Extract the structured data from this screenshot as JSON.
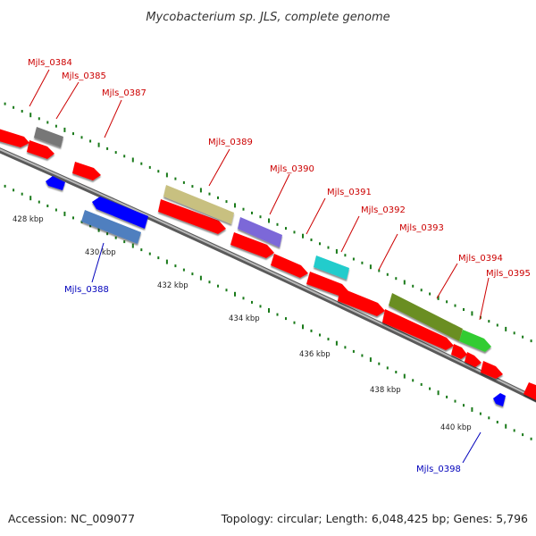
{
  "title": "Mycobacterium sp. JLS, complete genome",
  "footer": {
    "accession": "Accession: NC_009077",
    "summary": "Topology: circular; Length: 6,048,425 bp; Genes: 5,796"
  },
  "colors": {
    "forward_label": "#cc0000",
    "reverse_label": "#0000bb",
    "backbone": "#999999",
    "tick": "#1a7a1a"
  },
  "scale_labels": [
    {
      "text": "428 kbp"
    },
    {
      "text": "430 kbp"
    },
    {
      "text": "432 kbp"
    },
    {
      "text": "434 kbp"
    },
    {
      "text": "436 kbp"
    },
    {
      "text": "438 kbp"
    },
    {
      "text": "440 kbp"
    }
  ],
  "gene_labels": [
    {
      "text": "Mjls_0384",
      "strand": "forward"
    },
    {
      "text": "Mjls_0385",
      "strand": "forward"
    },
    {
      "text": "Mjls_0387",
      "strand": "forward"
    },
    {
      "text": "Mjls_0389",
      "strand": "forward"
    },
    {
      "text": "Mjls_0390",
      "strand": "forward"
    },
    {
      "text": "Mjls_0391",
      "strand": "forward"
    },
    {
      "text": "Mjls_0392",
      "strand": "forward"
    },
    {
      "text": "Mjls_0393",
      "strand": "forward"
    },
    {
      "text": "Mjls_0394",
      "strand": "forward"
    },
    {
      "text": "Mjls_0395",
      "strand": "forward"
    },
    {
      "text": "Mjls_0388",
      "strand": "reverse"
    },
    {
      "text": "Mjls_0398",
      "strand": "reverse"
    }
  ],
  "feature_colors": {
    "cds_forward": "#ff0000",
    "cds_reverse": "#0000ff",
    "gene_0384": "#777777",
    "gene_0388": "#4f7fbf",
    "gene_0389": "#c8c080",
    "gene_0390": "#7b68d8",
    "gene_0391": "#20cccc",
    "gene_0394": "#6b8e23",
    "gene_0395": "#33cc33"
  }
}
